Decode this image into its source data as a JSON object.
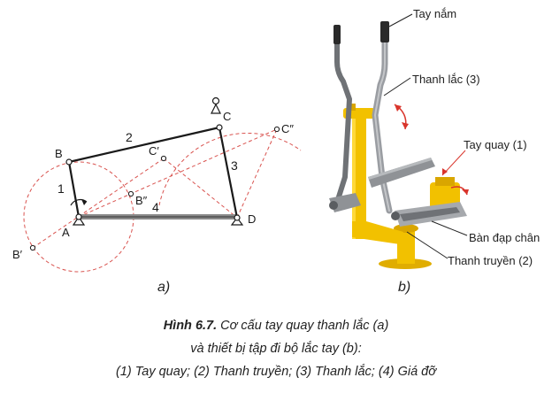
{
  "diagram_a": {
    "points": {
      "A": "A",
      "B": "B",
      "C": "C",
      "D": "D",
      "B_prime": "B′",
      "B_dprime": "B″",
      "C_prime": "C′",
      "C_dprime": "C″"
    },
    "links": {
      "l1": "1",
      "l2": "2",
      "l3": "3",
      "l4": "4"
    }
  },
  "diagram_b": {
    "labels": {
      "grip": "Tay nắm",
      "rocker": "Thanh lắc (3)",
      "crank": "Tay quay (1)",
      "pedal": "Bàn đạp chân",
      "conrod": "Thanh truyền (2)"
    }
  },
  "sublabels": {
    "a": "a)",
    "b": "b)"
  },
  "caption": {
    "title": "Hình 6.7.",
    "line1": " Cơ cấu tay quay thanh lắc (a)",
    "line2": "và thiết bị tập đi bộ lắc tay (b):",
    "line3": "(1) Tay quay; (2) Thanh truyền; (3) Thanh lắc; (4) Giá đỡ"
  },
  "colors": {
    "dashed_red": "#d9534f",
    "equipment_yellow": "#f2c100",
    "equipment_gray": "#8f9296",
    "arrow_red": "#d9342b"
  }
}
